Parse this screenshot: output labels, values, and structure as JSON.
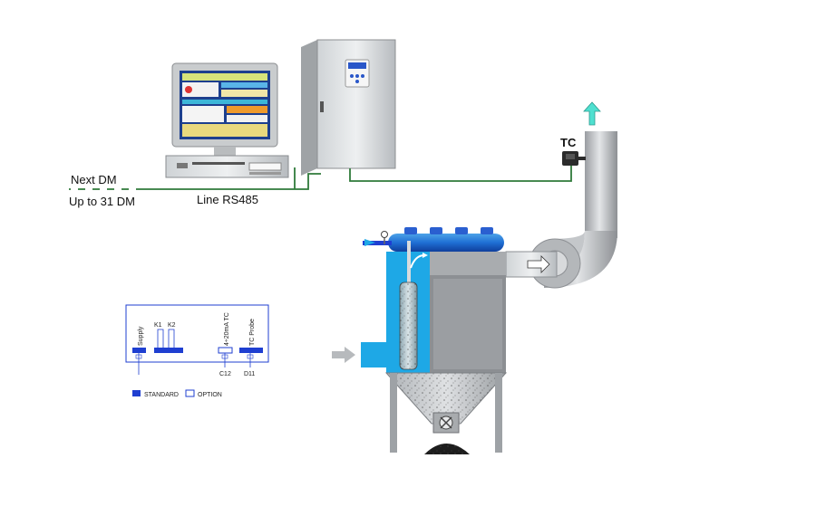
{
  "labels": {
    "next_dm": "Next DM",
    "up_to": "Up to 31 DM",
    "line": "Line RS485",
    "tc": "TC"
  },
  "schematic": {
    "supply": "Supply",
    "k1": "K1",
    "k2": "K2",
    "ma_tc": "4÷20mA TC",
    "tc_probe": "TC Probe",
    "c12": "C12",
    "d11": "D11",
    "legend_standard": "STANDARD",
    "legend_option": "OPTION"
  },
  "colors": {
    "accent_blue": "#1ea8e6",
    "dark_blue": "#1f3fd1",
    "cable_green": "#2f7a3a",
    "steel": "#8c8f93",
    "exhaust_arrow": "#4fe0d0"
  },
  "icons": [
    "computer-workstation",
    "control-cabinet",
    "temperature-sensor",
    "dust-collector",
    "exhaust-fan"
  ]
}
